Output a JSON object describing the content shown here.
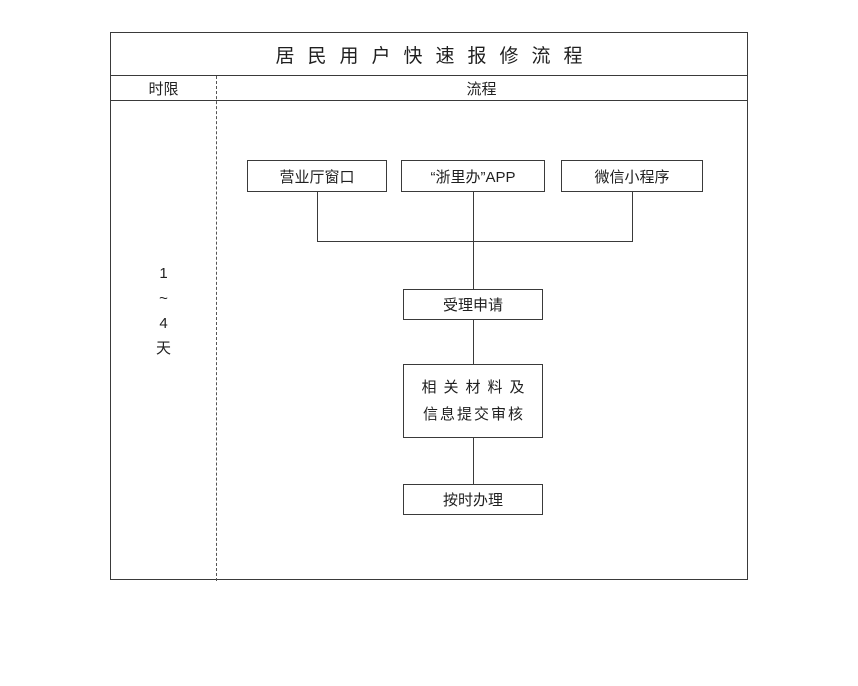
{
  "title": "居民用户快速报修流程",
  "header": {
    "time_limit_label": "时限",
    "process_label": "流程"
  },
  "time_limit": {
    "chars": [
      "1",
      "~",
      "4",
      "天"
    ]
  },
  "flow": {
    "sources": [
      {
        "label": "营业厅窗口"
      },
      {
        "label": "“浙里办”APP"
      },
      {
        "label": "微信小程序"
      }
    ],
    "steps": [
      {
        "label": "受理申请"
      },
      {
        "label_line1": "相关材料及",
        "label_line2": "信息提交审核"
      },
      {
        "label": "按时办理"
      }
    ]
  },
  "colors": {
    "line": "#3a3a3a",
    "background": "#ffffff",
    "text": "#1f1f1f"
  }
}
